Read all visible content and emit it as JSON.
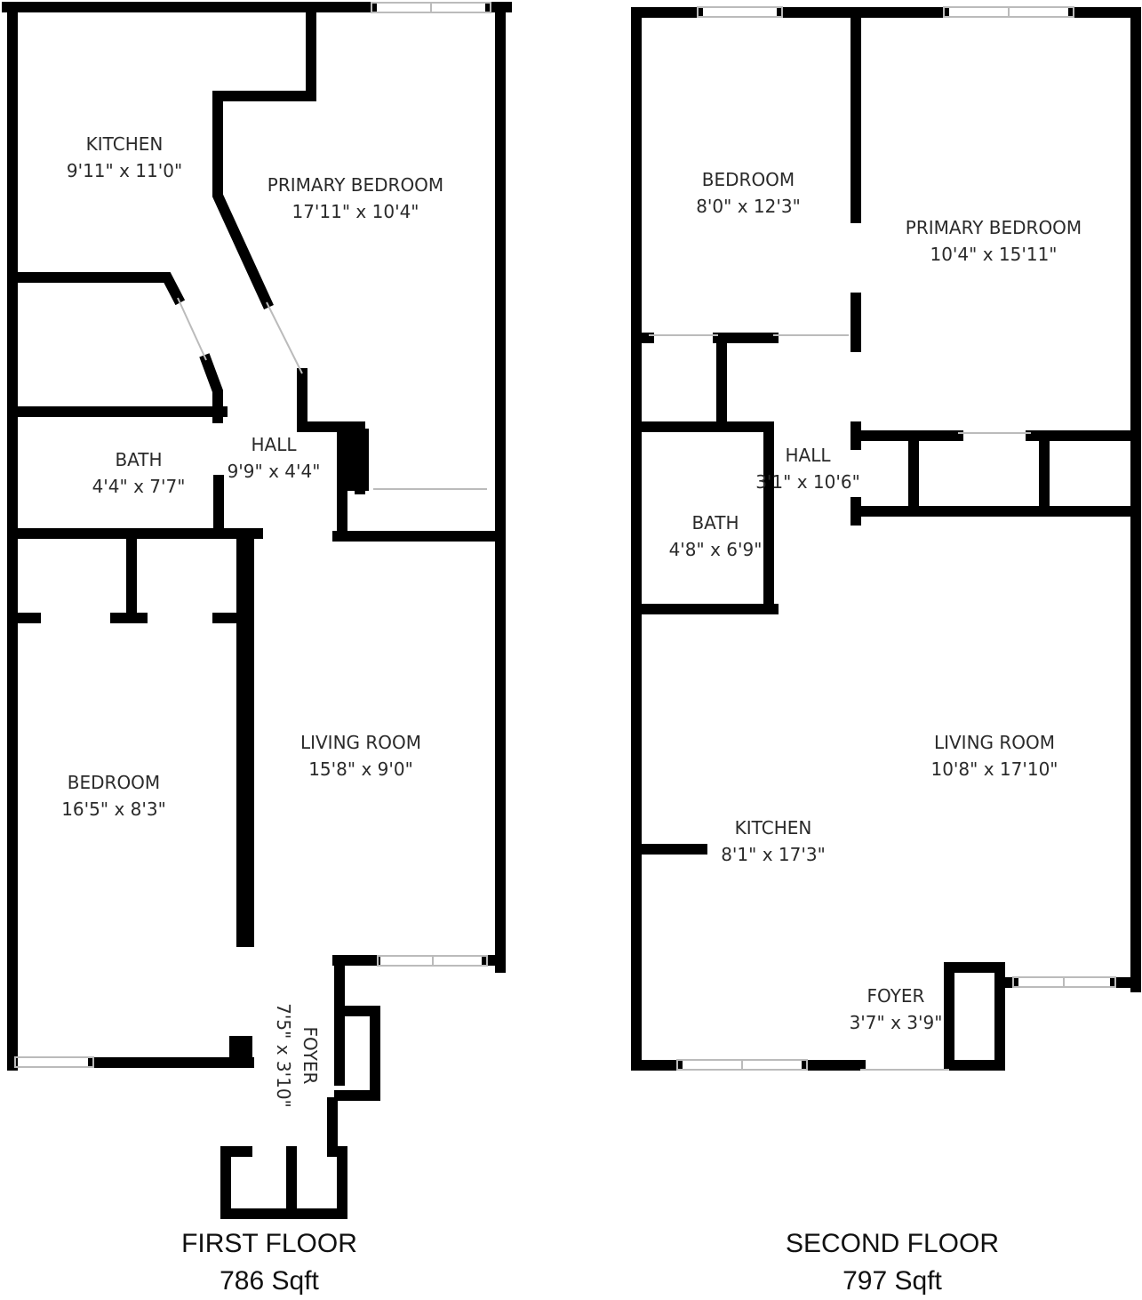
{
  "first_floor": {
    "title": "FIRST FLOOR",
    "area": "786 Sqft",
    "rooms": [
      {
        "name": "KITCHEN",
        "dims": "9'11\" x 11'0\""
      },
      {
        "name": "PRIMARY BEDROOM",
        "dims": "17'11\" x 10'4\""
      },
      {
        "name": "BATH",
        "dims": "4'4\" x 7'7\""
      },
      {
        "name": "HALL",
        "dims": "9'9\" x 4'4\""
      },
      {
        "name": "BEDROOM",
        "dims": "16'5\" x 8'3\""
      },
      {
        "name": "LIVING ROOM",
        "dims": "15'8\" x 9'0\""
      },
      {
        "name": "FOYER",
        "dims": "7'5\" x 3'10\""
      }
    ]
  },
  "second_floor": {
    "title": "SECOND FLOOR",
    "area": "797 Sqft",
    "rooms": [
      {
        "name": "BEDROOM",
        "dims": "8'0\" x 12'3\""
      },
      {
        "name": "PRIMARY BEDROOM",
        "dims": "10'4\" x 15'11\""
      },
      {
        "name": "HALL",
        "dims": "3'1\" x 10'6\""
      },
      {
        "name": "BATH",
        "dims": "4'8\" x 6'9\""
      },
      {
        "name": "LIVING ROOM",
        "dims": "10'8\" x 17'10\""
      },
      {
        "name": "KITCHEN",
        "dims": "8'1\" x 17'3\""
      },
      {
        "name": "FOYER",
        "dims": "3'7\" x 3'9\""
      }
    ]
  },
  "colors": {
    "wall": "#000000",
    "window": "#bbbbbb",
    "text": "#222222"
  }
}
